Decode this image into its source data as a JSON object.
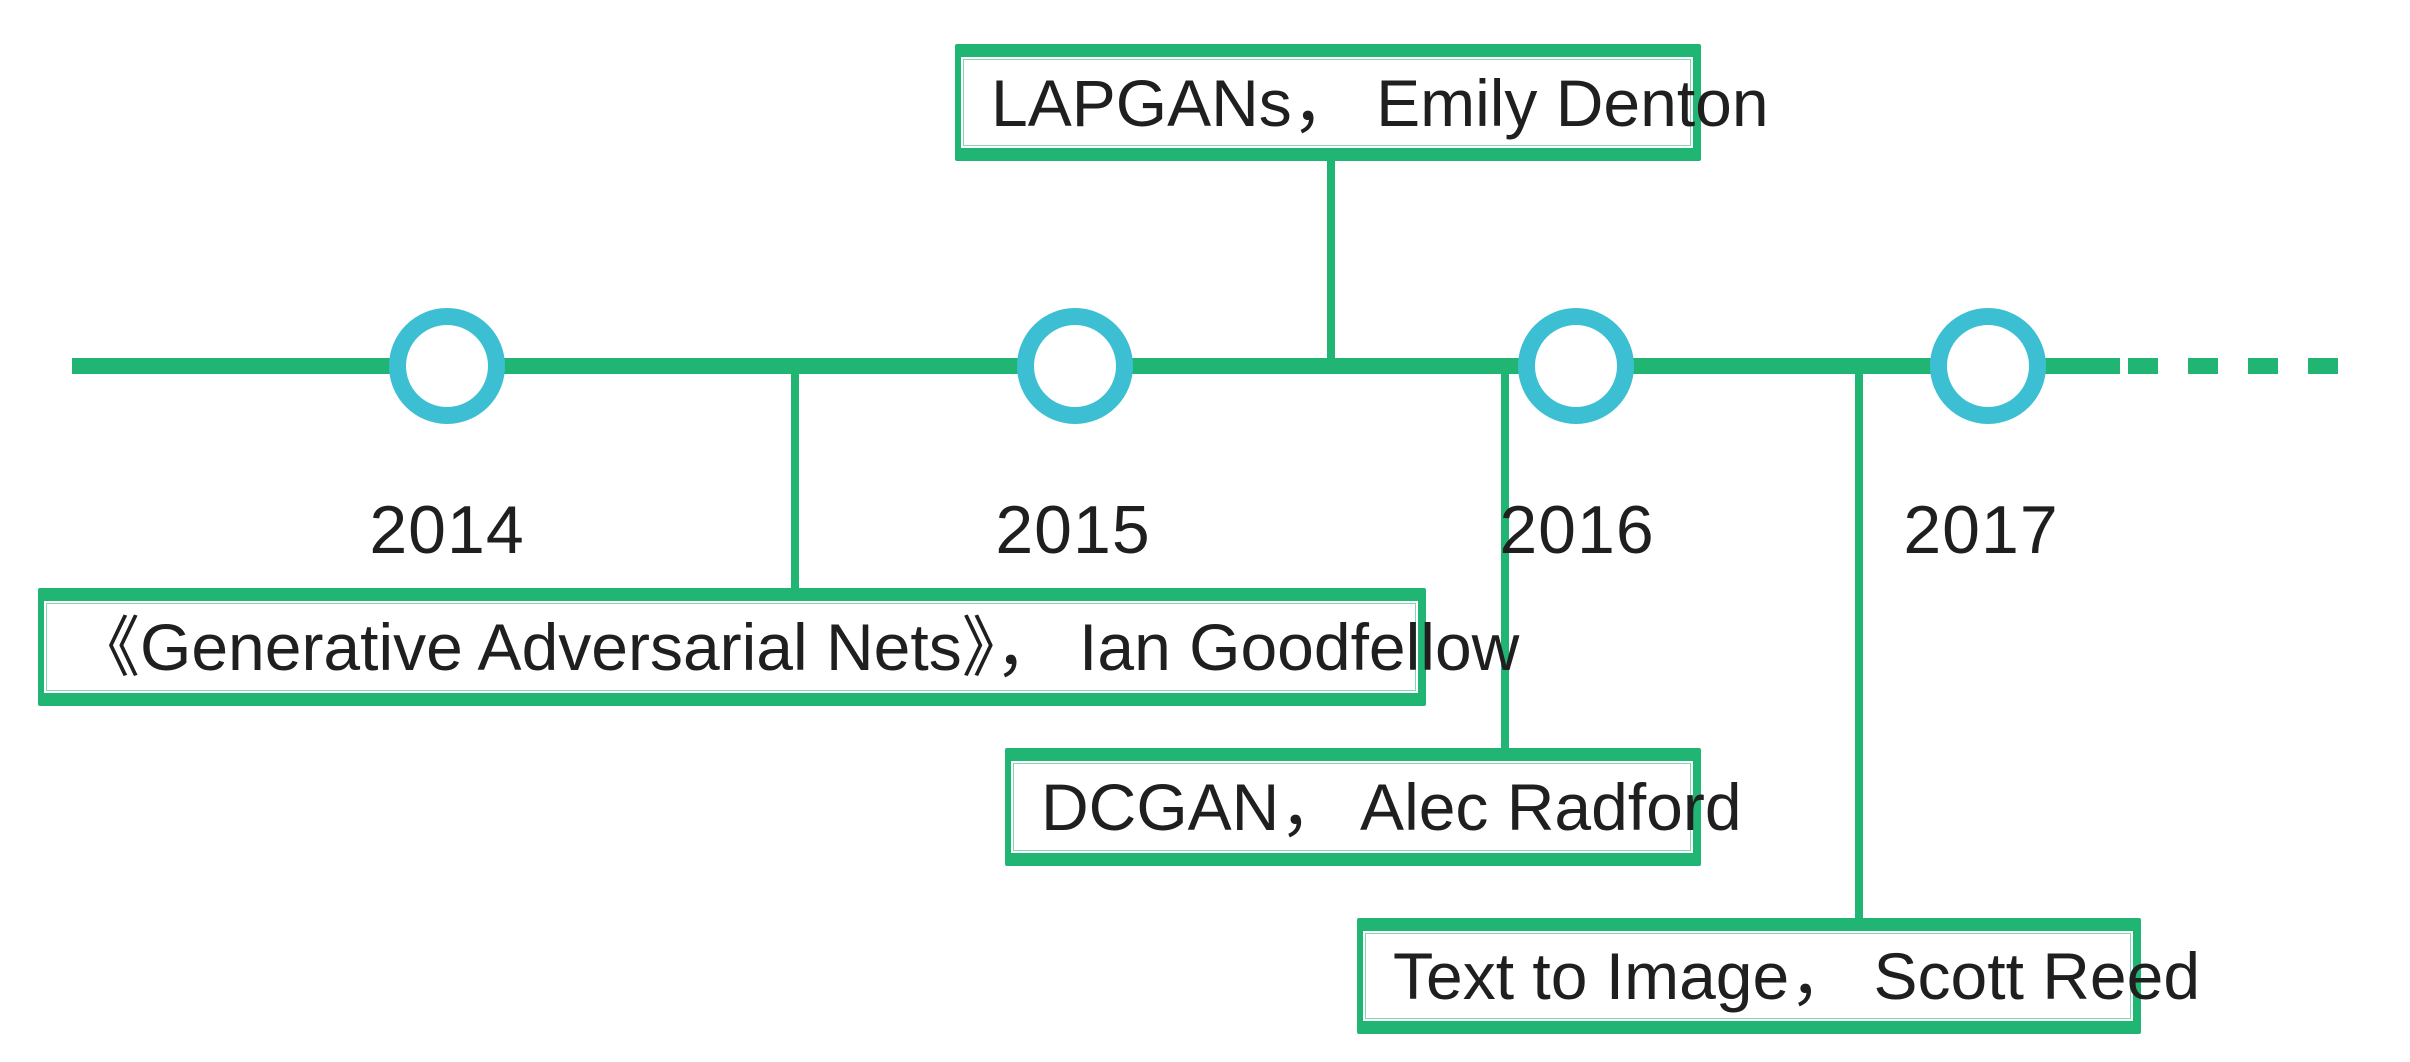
{
  "years": [
    "2014",
    "2015",
    "2016",
    "2017"
  ],
  "events": [
    {
      "id": "lapgans",
      "label": "LAPGANs， Emily Denton",
      "placement": "above-timeline"
    },
    {
      "id": "gan-paper",
      "label": "《Generative Adversarial Nets》， Ian Goodfellow",
      "placement": "below-timeline"
    },
    {
      "id": "dcgan",
      "label": "DCGAN， Alec Radford",
      "placement": "below-timeline"
    },
    {
      "id": "text-to-image",
      "label": "Text to Image， Scott Reed",
      "placement": "below-timeline"
    }
  ],
  "colors": {
    "timeline_green": "#21b573",
    "node_teal": "#3cbfd2",
    "text": "#1f1f1f",
    "background": "#ffffff"
  }
}
